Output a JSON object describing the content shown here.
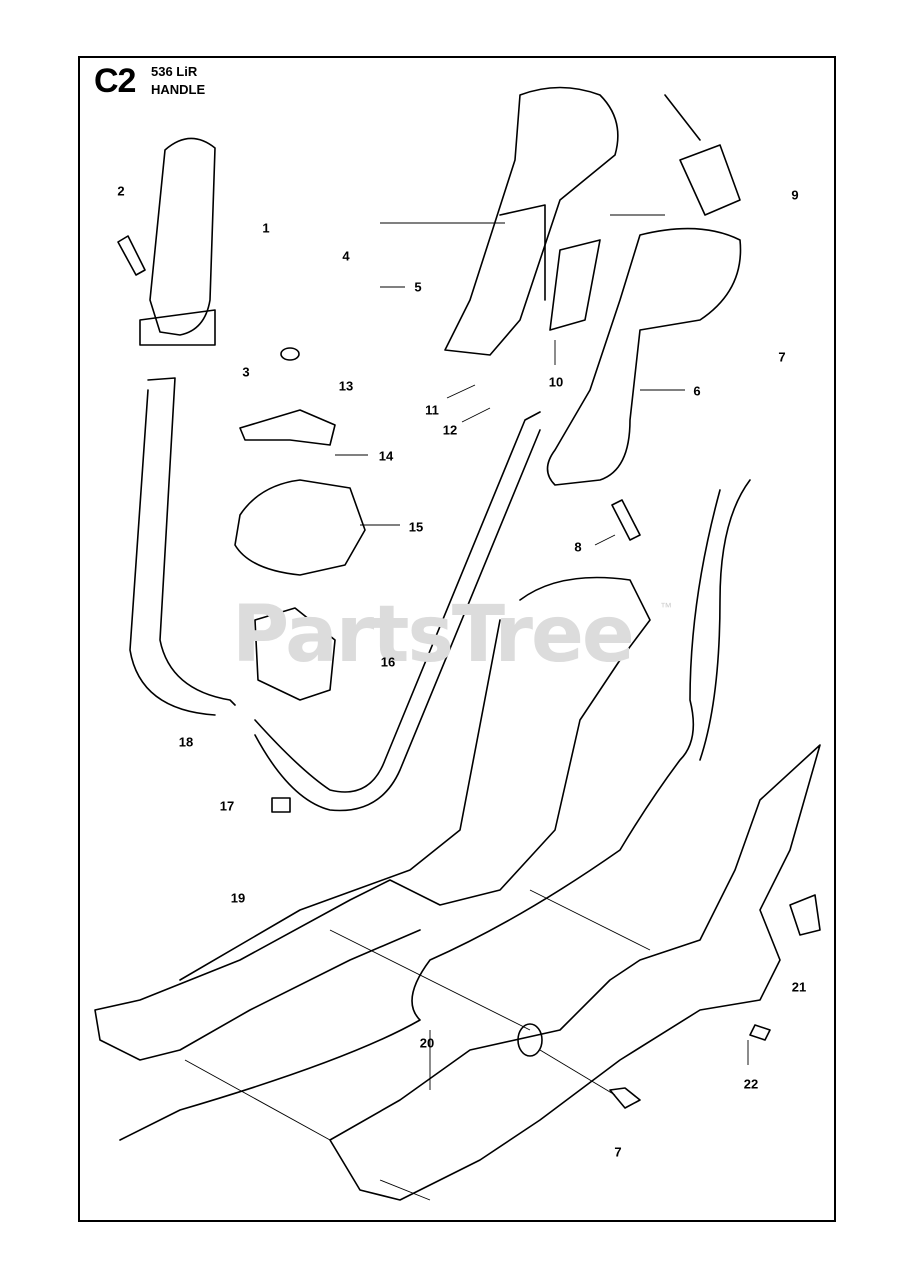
{
  "header": {
    "code": "C2",
    "model": "536 LiR",
    "title": "HANDLE"
  },
  "watermark": {
    "text": "PartsTree",
    "trademark": "™"
  },
  "callouts": [
    "1",
    "2",
    "3",
    "4",
    "5",
    "6",
    "7",
    "8",
    "9",
    "10",
    "11",
    "12",
    "13",
    "14",
    "15",
    "16",
    "17",
    "18",
    "19",
    "20",
    "21",
    "22",
    "7"
  ],
  "colors": {
    "line": "#000000",
    "watermark": "#dcdcdc",
    "background": "#ffffff"
  }
}
